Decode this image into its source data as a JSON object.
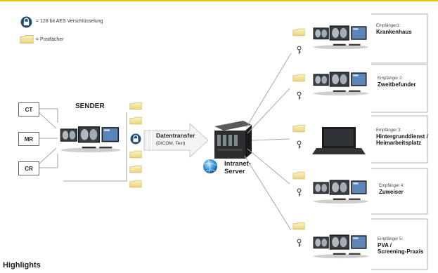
{
  "legend": {
    "encryption": "= 128 bit AES Verschlüsselung",
    "mailboxes": "= Postfächer"
  },
  "sender": {
    "title": "SENDER",
    "sources": [
      "CT",
      "MR",
      "CR"
    ]
  },
  "transfer": {
    "title": "Datentransfer",
    "subtitle": "(DICOM, Text)"
  },
  "server": {
    "line1": "Intranet-",
    "line2": "Server"
  },
  "recipients": [
    {
      "small": "Empfänger1:",
      "big": [
        "Krankenhaus"
      ]
    },
    {
      "small": "Empfänger 2:",
      "big": [
        "Zweitbefunder"
      ]
    },
    {
      "small": "Empfänger 3:",
      "big": [
        "Hintergrunddienst /",
        "Heimarbeitsplatz"
      ]
    },
    {
      "small": "Empfänger 4:",
      "big": [
        "Zuweiser"
      ]
    },
    {
      "small": "Empfänger 5:",
      "big": [
        "PVA /",
        "Screening-Praxis"
      ]
    }
  ],
  "footer": {
    "heading": "Highlights"
  },
  "colors": {
    "accent": "#f1c400",
    "folder": "#f2e29a",
    "lock": "#1f4f75"
  }
}
